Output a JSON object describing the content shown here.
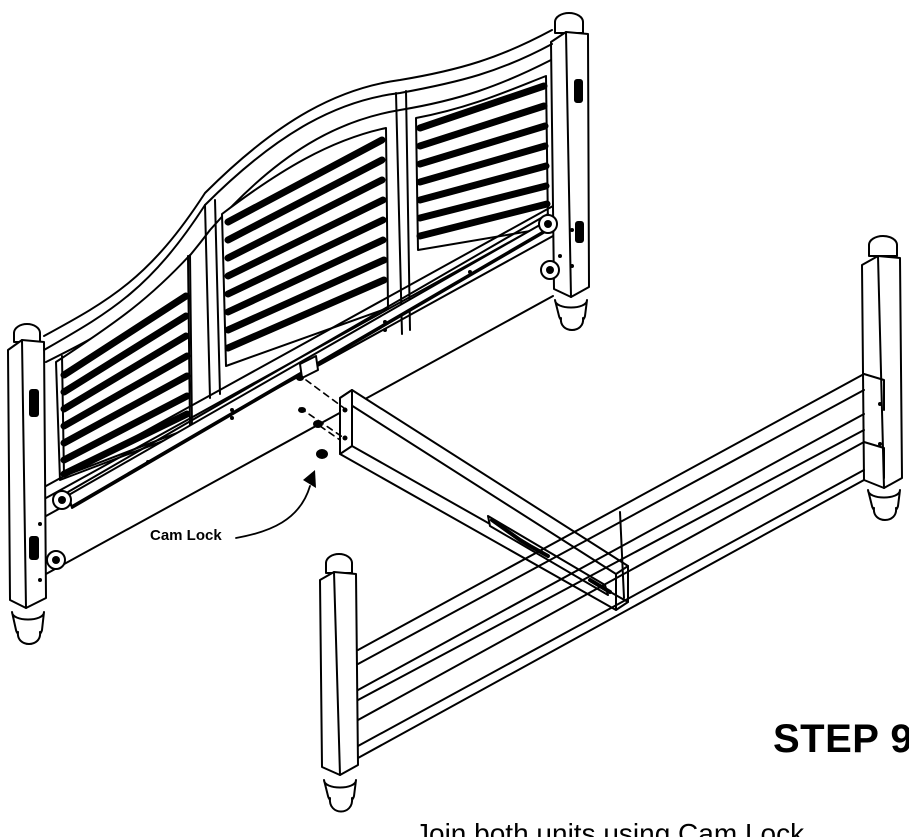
{
  "diagram": {
    "step_title": "STEP 9",
    "labels": {
      "cam_lock": "Cam Lock"
    },
    "instruction": "Join both units using Cam Lock",
    "colors": {
      "line": "#000000",
      "panel_dark": "#000000",
      "background": "#ffffff"
    }
  }
}
